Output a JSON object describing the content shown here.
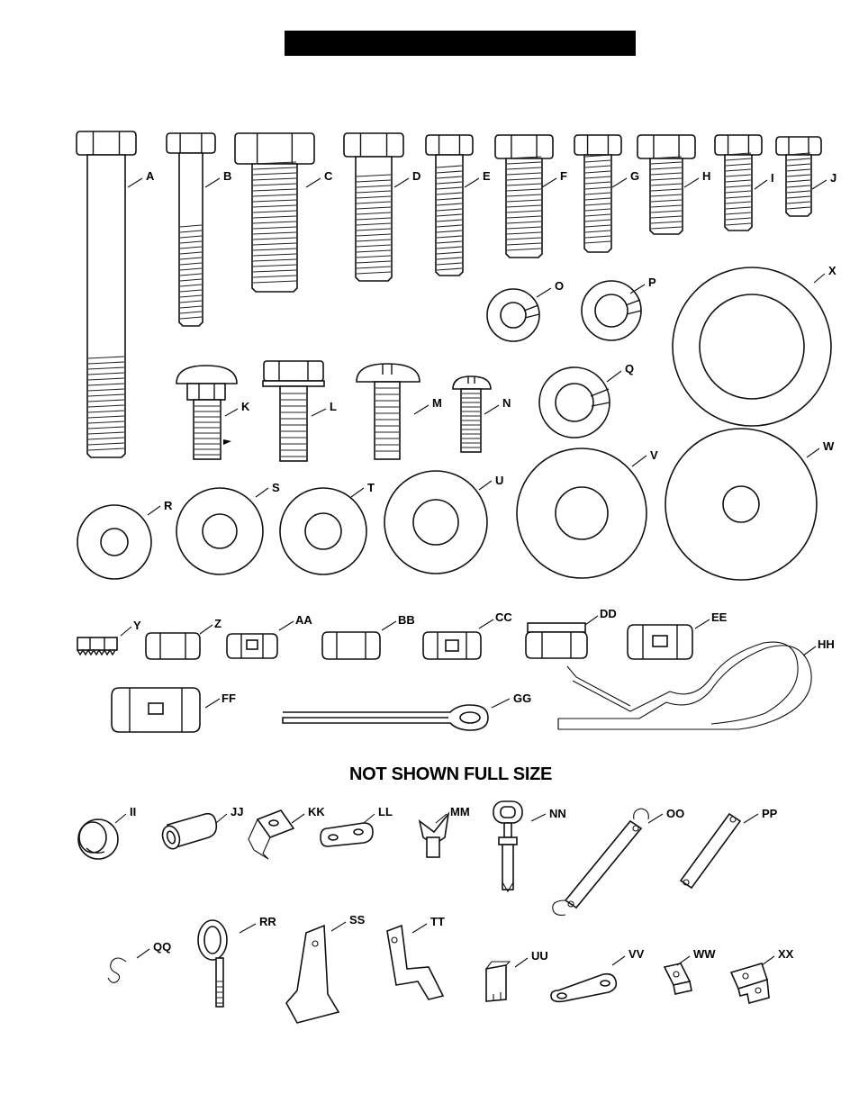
{
  "header": {
    "bar_color": "#000000"
  },
  "section_note": "NOT SHOWN FULL SIZE",
  "labels": {
    "A": "A",
    "B": "B",
    "C": "C",
    "D": "D",
    "E": "E",
    "F": "F",
    "G": "G",
    "H": "H",
    "I": "I",
    "J": "J",
    "K": "K",
    "L": "L",
    "M": "M",
    "N": "N",
    "O": "O",
    "P": "P",
    "Q": "Q",
    "R": "R",
    "S": "S",
    "T": "T",
    "U": "U",
    "V": "V",
    "W": "W",
    "X": "X",
    "Y": "Y",
    "Z": "Z",
    "AA": "AA",
    "BB": "BB",
    "CC": "CC",
    "DD": "DD",
    "EE": "EE",
    "FF": "FF",
    "GG": "GG",
    "HH": "HH",
    "II": "II",
    "JJ": "JJ",
    "KK": "KK",
    "LL": "LL",
    "MM": "MM",
    "NN": "NN",
    "OO": "OO",
    "PP": "PP",
    "QQ": "QQ",
    "RR": "RR",
    "SS": "SS",
    "TT": "TT",
    "UU": "UU",
    "VV": "VV",
    "WW": "WW",
    "XX": "XX"
  },
  "icons": {
    "bolts": "hex-bolt-icon",
    "washers": "flat-washer-icon",
    "lock_washers": "lock-washer-icon",
    "nuts": "hex-nut-icon",
    "pins": "cotter-pin-icon"
  }
}
